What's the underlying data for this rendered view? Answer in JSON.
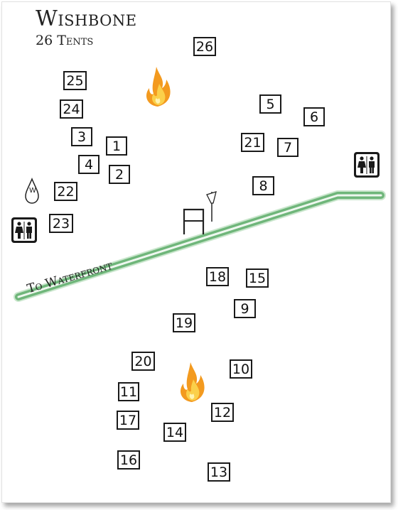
{
  "map": {
    "title": "Wishbone",
    "subtitle": "26 Tents",
    "road_label": "To Waterfront",
    "water_icon_letter": "W",
    "road_color": "#7fbf86"
  },
  "tents": [
    "1",
    "2",
    "3",
    "4",
    "5",
    "6",
    "7",
    "8",
    "9",
    "10",
    "11",
    "12",
    "13",
    "14",
    "15",
    "16",
    "17",
    "18",
    "19",
    "20",
    "21",
    "22",
    "23",
    "24",
    "25",
    "26"
  ],
  "icons": [
    "campfire-icon",
    "campfire-icon",
    "restroom-icon",
    "restroom-icon",
    "water-spigot-icon",
    "flag-icon",
    "pavilion-icon"
  ]
}
